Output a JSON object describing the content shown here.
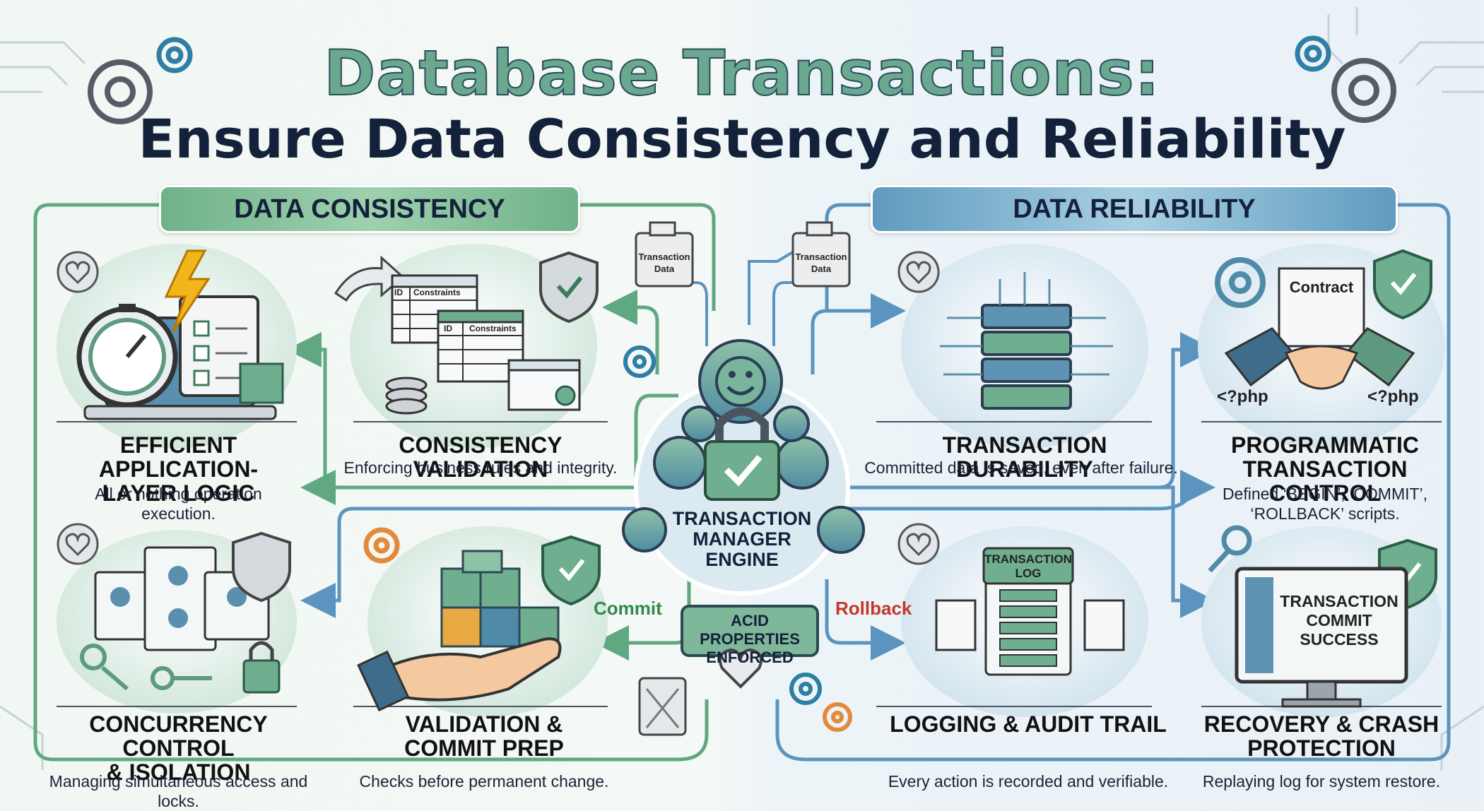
{
  "title": {
    "line1": "Database Transactions:",
    "line2": "Ensure Data Consistency and Reliability"
  },
  "sections": {
    "consistency": "DATA CONSISTENCY",
    "reliability": "DATA RELIABILITY"
  },
  "panels": {
    "efficient_logic": {
      "title_line1": "EFFICIENT APPLICATION-",
      "title_line2": "LAYER LOGIC",
      "desc_line1": "All or nothing operation",
      "desc_line2": "execution."
    },
    "consistency_validation": {
      "title": "CONSISTENCY VALIDATION",
      "desc": "Enforcing business rules and integrity."
    },
    "concurrency": {
      "title_line1": "CONCURRENCY CONTROL",
      "title_line2": "& ISOLATION",
      "desc": "Managing simultaneous access and locks."
    },
    "validation_commit": {
      "title_line1": "VALIDATION &",
      "title_line2": "COMMIT PREP",
      "desc": "Checks before permanent change."
    },
    "durability": {
      "title": "TRANSACTION DURABILITY",
      "desc": "Committed data is saved, even after failure."
    },
    "programmatic": {
      "title_line1": "PROGRAMMATIC",
      "title_line2": "TRANSACTION CONTROL",
      "desc_line1": "Defined ‘BEGIN’, ‘COMMIT’,",
      "desc_line2": "‘ROLLBACK’ scripts."
    },
    "logging": {
      "title": "LOGGING & AUDIT TRAIL",
      "desc": "Every action is recorded and verifiable."
    },
    "recovery": {
      "title_line1": "RECOVERY & CRASH",
      "title_line2": "PROTECTION",
      "desc": "Replaying log for system restore."
    }
  },
  "center": {
    "engine_line1": "TRANSACTION",
    "engine_line2": "MANAGER",
    "engine_line3": "ENGINE",
    "acid_line1": "ACID PROPERTIES",
    "acid_line2": "ENFORCED",
    "commit": "Commit",
    "rollback": "Rollback"
  },
  "labels": {
    "transaction_data_a1": "Transaction",
    "transaction_data_a2": "Data",
    "transaction_data_b1": "Transaction",
    "transaction_data_b2": "Data",
    "id_col_1": "ID",
    "constraints_col_1": "Constraints",
    "id_col_2": "ID",
    "constraints_col_2": "Constraints",
    "contract": "Contract",
    "php_left": "<?php",
    "php_right": "<?php",
    "log_line1": "TRANSACTION",
    "log_line2": "LOG",
    "commit_line1": "TRANSACTION",
    "commit_line2": "COMMIT",
    "commit_line3": "SUCCESS"
  },
  "colors": {
    "green_flow": "#5fa882",
    "blue_flow": "#5b95bf",
    "commit_text": "#2f8a4c",
    "rollback_text": "#c0392b"
  }
}
